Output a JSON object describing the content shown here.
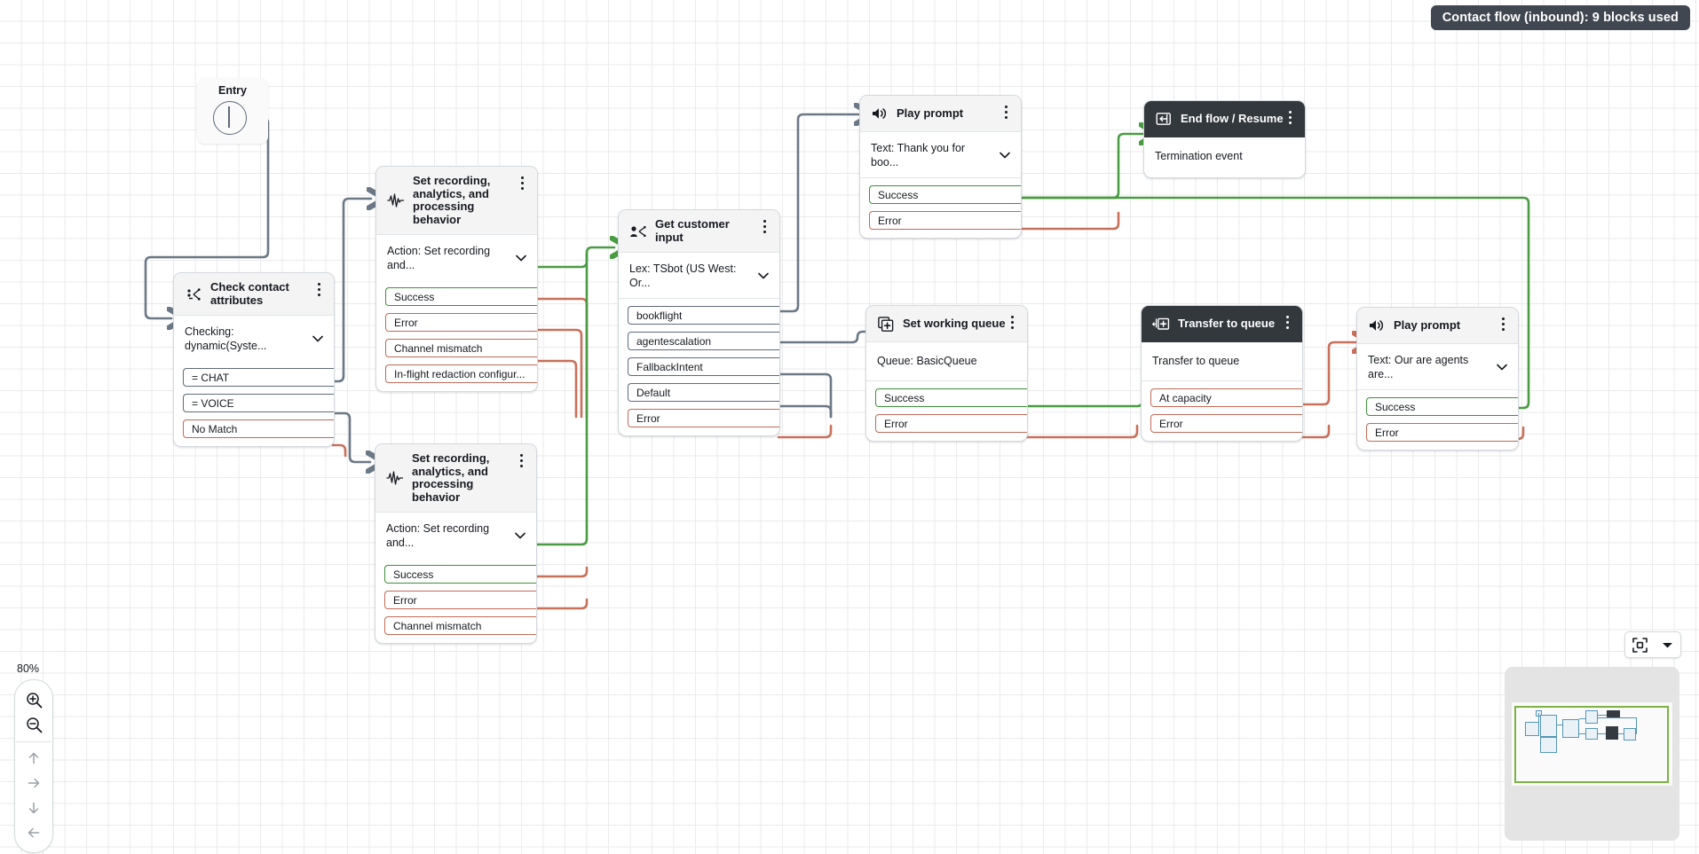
{
  "header": {
    "title": "Contact flow (inbound): 9 blocks used"
  },
  "zoom": {
    "level": "80%",
    "in_icon": "zoom-in-icon",
    "out_icon": "zoom-out-icon",
    "up_icon": "arrow-up-icon",
    "right_icon": "arrow-right-icon",
    "down_icon": "arrow-down-icon",
    "left_icon": "arrow-left-icon"
  },
  "minimap": {
    "fit_icon": "fit-to-screen-icon",
    "collapse_icon": "chevron-down-icon"
  },
  "entry": {
    "label": "Entry"
  },
  "nodes": [
    {
      "id": "check-contact-attributes",
      "title": "Check contact attributes",
      "icon": "check-contact-attributes-icon",
      "subtitle": "Checking: dynamic(Syste...",
      "dark": false,
      "ports": [
        {
          "label": "= CHAT",
          "type": "neutral"
        },
        {
          "label": "= VOICE",
          "type": "neutral"
        },
        {
          "label": "No Match",
          "type": "error"
        }
      ]
    },
    {
      "id": "set-recording-1",
      "title": "Set recording, analytics, and processing behavior",
      "icon": "waveform-icon",
      "subtitle": "Action: Set recording and...",
      "dark": false,
      "ports": [
        {
          "label": "Success",
          "type": "ok"
        },
        {
          "label": "Error",
          "type": "error"
        },
        {
          "label": "Channel mismatch",
          "type": "error"
        },
        {
          "label": "In-flight redaction configur...",
          "type": "error"
        }
      ]
    },
    {
      "id": "set-recording-2",
      "title": "Set recording, analytics, and processing behavior",
      "icon": "waveform-icon",
      "subtitle": "Action: Set recording and...",
      "dark": false,
      "ports": [
        {
          "label": "Success",
          "type": "ok"
        },
        {
          "label": "Error",
          "type": "error"
        },
        {
          "label": "Channel mismatch",
          "type": "error"
        }
      ]
    },
    {
      "id": "get-customer-input",
      "title": "Get customer input",
      "icon": "get-customer-input-icon",
      "subtitle": "Lex: TSbot (US West: Or...",
      "dark": false,
      "ports": [
        {
          "label": "bookflight",
          "type": "neutral"
        },
        {
          "label": "agentescalation",
          "type": "neutral"
        },
        {
          "label": "FallbackIntent",
          "type": "neutral"
        },
        {
          "label": "Default",
          "type": "neutral"
        },
        {
          "label": "Error",
          "type": "error"
        }
      ]
    },
    {
      "id": "play-prompt-1",
      "title": "Play prompt",
      "icon": "speaker-icon",
      "subtitle": "Text: Thank you for boo...",
      "dark": false,
      "ports": [
        {
          "label": "Success",
          "type": "ok"
        },
        {
          "label": "Error",
          "type": "error"
        }
      ]
    },
    {
      "id": "end-flow-resume",
      "title": "End flow / Resume",
      "icon": "end-flow-icon",
      "plain": "Termination event",
      "dark": true,
      "ports": []
    },
    {
      "id": "set-working-queue",
      "title": "Set working queue",
      "icon": "set-working-queue-icon",
      "plain": "Queue: BasicQueue",
      "dark": false,
      "ports": [
        {
          "label": "Success",
          "type": "ok"
        },
        {
          "label": "Error",
          "type": "error"
        }
      ]
    },
    {
      "id": "transfer-to-queue",
      "title": "Transfer to queue",
      "icon": "transfer-to-queue-icon",
      "plain": "Transfer to queue",
      "dark": true,
      "ports": [
        {
          "label": "At capacity",
          "type": "error"
        },
        {
          "label": "Error",
          "type": "error"
        }
      ]
    },
    {
      "id": "play-prompt-2",
      "title": "Play prompt",
      "icon": "speaker-icon",
      "subtitle": "Text: Our are agents are...",
      "dark": false,
      "ports": [
        {
          "label": "Success",
          "type": "ok"
        },
        {
          "label": "Error",
          "type": "error"
        }
      ]
    }
  ],
  "colors": {
    "wire_neutral": "#6b7885",
    "wire_success": "#4a9c43",
    "wire_error": "#c9705a",
    "header_pill": "#414750",
    "node_dark": "#33383d"
  }
}
